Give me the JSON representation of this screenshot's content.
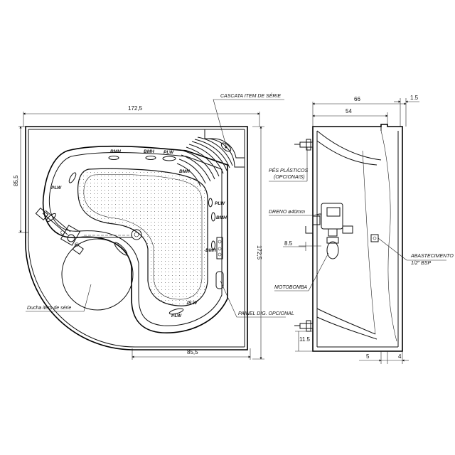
{
  "top_view": {
    "dim_width": "172,5",
    "dim_depth_left": "85,5",
    "dim_depth_right": "172,5",
    "dim_bottom": "85,5",
    "label_cascata": "CASCATA ITEM DE SÉRIE",
    "label_ducha": "Ducha item de série",
    "label_painel": "PAINEL DIG. OPCIONAL",
    "jets": {
      "bmh_1": "BMH",
      "bmh_2": "BMH",
      "plw_top": "PLW",
      "bmh_corner": "BMH",
      "plw_left": "PLW",
      "plw_right": "PLW",
      "bmh_right_1": "BMH",
      "bmh_right_2": "BMH",
      "plw_bottom": "PLW",
      "plw_small": "PLW"
    }
  },
  "side_view": {
    "dim_66": "66",
    "dim_54": "54",
    "dim_1_5": "1.5",
    "label_pes_line1": "PÉS PLÁSTICOS",
    "label_pes_line2": "(OPCIONAIS)",
    "label_dreno": "DRENO ø40mm",
    "dim_8_5": "8.5",
    "label_motobomba": "MOTOBOMBA",
    "label_abast_line1": "ABASTECIMENTO",
    "label_abast_line2": "1/2\" BSP",
    "dim_11_5": "11.5",
    "dim_5": "5",
    "dim_4": "4"
  }
}
